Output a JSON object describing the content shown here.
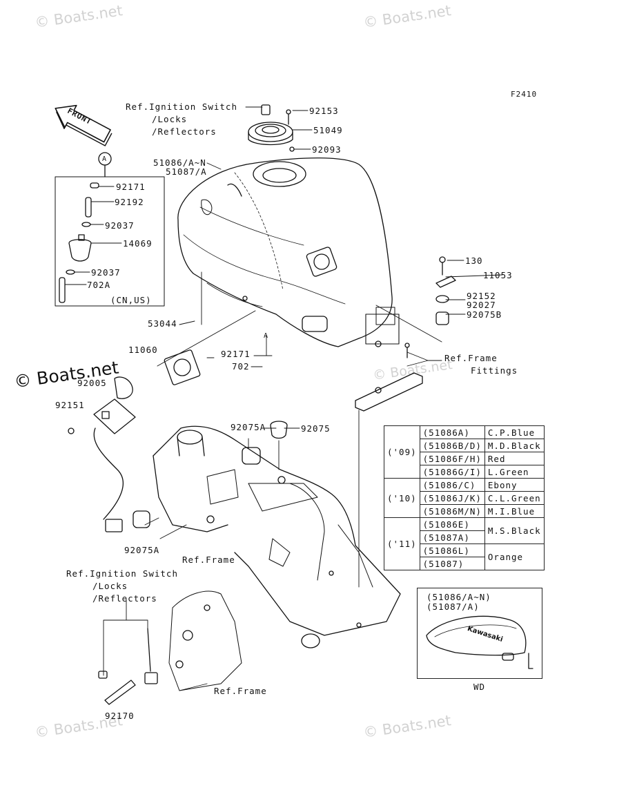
{
  "diagram_id": "F2410",
  "watermark": "© Boats.net",
  "front_label": "FRONT",
  "callouts": {
    "ref_ignition_top": [
      "Ref.Ignition Switch",
      "/Locks",
      "/Reflectors"
    ],
    "p92153": "92153",
    "p51049": "51049",
    "p92093": "92093",
    "tank_line1": "51086/A~N",
    "tank_line2": "51087/A",
    "circle_a": "A",
    "p92171_top": "92171",
    "p92192": "92192",
    "p92037_top": "92037",
    "p14069": "14069",
    "p92037_bottom": "92037",
    "p702A": "702A",
    "cn_us": "(CN,US)",
    "p130": "130",
    "p11053": "11053",
    "p92152": "92152",
    "p92027": "92027",
    "p92075B": "92075B",
    "p53044": "53044",
    "p11060": "11060",
    "p92171_mid": "92171",
    "p702": "702",
    "ref_frame_fittings": [
      "Ref.Frame",
      "Fittings"
    ],
    "p92005": "92005",
    "p92151": "92151",
    "p92075A_top": "92075A",
    "p92075": "92075",
    "p92075A_bottom": "92075A",
    "ref_frame_1": "Ref.Frame",
    "ref_ignition_bottom": [
      "Ref.Ignition Switch",
      "/Locks",
      "/Reflectors"
    ],
    "ref_frame_2": "Ref.Frame",
    "p92170": "92170",
    "inset_title": [
      "(51086/A~N)",
      "(51087/A)"
    ],
    "inset_brand": "Kawasaki",
    "inset_caption": "WD"
  },
  "color_table": [
    {
      "year": "('09)",
      "rows": [
        [
          "(51086A)",
          "C.P.Blue"
        ],
        [
          "(51086B/D)",
          "M.D.Black"
        ],
        [
          "(51086F/H)",
          "Red"
        ],
        [
          "(51086G/I)",
          "L.Green"
        ]
      ]
    },
    {
      "year": "('10)",
      "rows": [
        [
          "(51086/C)",
          "Ebony"
        ],
        [
          "(51086J/K)",
          "C.L.Green"
        ],
        [
          "(51086M/N)",
          "M.I.Blue"
        ]
      ]
    },
    {
      "year": "('11)",
      "rows": [
        [
          "(51086E)",
          "M.S.Black"
        ],
        [
          "(51087A)",
          ""
        ],
        [
          "(51086L)",
          "Orange"
        ],
        [
          "(51087)",
          ""
        ]
      ]
    }
  ]
}
